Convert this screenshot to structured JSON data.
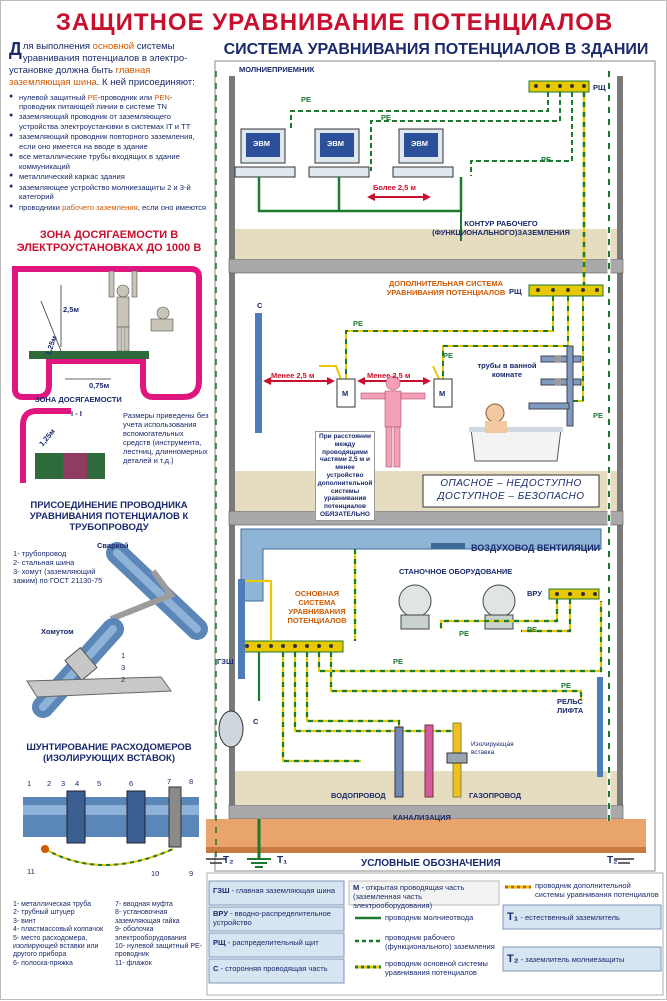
{
  "title": "ЗАЩИТНОЕ УРАВНИВАНИЕ ПОТЕНЦИАЛОВ",
  "subtitle": "СИСТЕМА УРАВНИВАНИЯ ПОТЕНЦИАЛОВ В ЗДАНИИ",
  "intro": {
    "p1": "Д",
    "p2": "ля выполнения ",
    "p3": "основной",
    "p4": " системы уравнивания потенциалов в электро-установке должна быть ",
    "p5": "главная заземляющая шина",
    "p6": ". К ней присоединяют:"
  },
  "items": [
    {
      "a": "нулевой защитный ",
      "b": "PE",
      "c": "-проводник или ",
      "d": "PEN",
      "e": "-проводник питающей линии в системе TN"
    },
    {
      "a": "заземляющий проводник от заземляющего устройства электроустановки в системах IT и TT",
      "b": "",
      "c": "",
      "d": "",
      "e": ""
    },
    {
      "a": "заземляющий проводник повторного заземления, если оно имеется на вводе в здание",
      "b": "",
      "c": "",
      "d": "",
      "e": ""
    },
    {
      "a": "все металлические трубы входящих в здание коммуникаций",
      "b": "",
      "c": "",
      "d": "",
      "e": ""
    },
    {
      "a": "металлический каркас здания",
      "b": "",
      "c": "",
      "d": "",
      "e": ""
    },
    {
      "a": "заземляющее устройство молниезащиты 2 и 3-й категорий",
      "b": "",
      "c": "",
      "d": "",
      "e": ""
    },
    {
      "a": "проводники ",
      "b": "рабочего заземления",
      "c": ", если оно имеются",
      "d": "",
      "e": ""
    }
  ],
  "reach": {
    "title": "ЗОНА ДОСЯГАЕМОСТИ В ЭЛЕКТРОУСТАНОВКАХ ДО 1000 В",
    "d1": "2,5м",
    "d2": "1,25м",
    "d3": "0,75м",
    "zone_label": "ЗОНА ДОСЯГАЕМОСТИ",
    "section": "I - I",
    "d4": "1,25м",
    "note": "Размеры приведены без учета использования вспомогательных средств (инструмента, лестниц, длинномерных деталей и т.д.)"
  },
  "pipe": {
    "title": "ПРИСОЕДИНЕНИЕ ПРОВОДНИКА УРАВНИВАНИЯ ПОТЕНЦИАЛОВ К ТРУБОПРОВОДУ",
    "weld": "Сваркой",
    "weld_legend": "1- трубопровод\n2- стальная шина\n3- хомут (заземляющий зажим) по ГОСТ 21130-75",
    "clamp": "Хомутом",
    "n1": "1",
    "n2": "2",
    "n3": "3"
  },
  "shunt": {
    "title": "ШУНТИРОВАНИЕ РАСХОДОМЕРОВ (ИЗОЛИРУЮЩИХ ВСТАВОК)",
    "nums": [
      "1",
      "2",
      "3",
      "4",
      "5",
      "6",
      "7",
      "8",
      "9",
      "10",
      "11"
    ],
    "legend_left": [
      "1- металлическая труба",
      "2- трубный штуцер",
      "3- винт",
      "4- пластмассовый колпачок",
      "5- место расходомера, изолирующей вставки или другого прибора",
      "6- полоска-пряжка"
    ],
    "legend_right": [
      "7- вводная муфта",
      "8- установочная заземляющая гайка",
      "9- оболочка электрооборудования",
      "10- нулевой защитный PE-проводник",
      "11- флажок"
    ]
  },
  "building": {
    "lightning": "МОЛНИЕПРИЕМНИК",
    "pe": "PE",
    "rsh": "РЩ",
    "evm": "ЭВМ",
    "more": "Более 2,5 м",
    "contour": "КОНТУР РАБОЧЕГО (ФУНКЦИОНАЛЬНОГО)ЗАЗЕМЛЕНИЯ",
    "extra_system": "ДОПОЛНИТЕЛЬНАЯ СИСТЕМА УРАВНИВАНИЯ ПОТЕНЦИАЛОВ",
    "c": "С",
    "less": "Менее 2,5 м",
    "m": "М",
    "pipes_bath": "трубы в ванной комнате",
    "note": "При расстоянии между проводящими частями 2,5 м и менее устройство дополнительной системы уравнивания потенциалов ОБЯЗАТЕЛЬНО",
    "motto1": "ОПАСНОЕ – НЕДОСТУПНО",
    "motto2": "ДОСТУПНОЕ – БЕЗОПАСНО",
    "duct": "ВОЗДУХОВОД ВЕНТИЛЯЦИИ",
    "machines": "СТАНОЧНОЕ ОБОРУДОВАНИЕ",
    "vru": "ВРУ",
    "main_system": "ОСНОВНАЯ СИСТЕМА УРАВНИВАНИЯ ПОТЕНЦИАЛОВ",
    "gzsh": "ГЗШ",
    "rail": "РЕЛЬС ЛИФТА",
    "insert": "Изолирующая вставка",
    "water": "ВОДОПРОВОД",
    "gas": "ГАЗОПРОВОД",
    "sewer": "КАНАЛИЗАЦИЯ",
    "t1": "T₁",
    "t2": "T₂"
  },
  "legend": {
    "title": "УСЛОВНЫЕ ОБОЗНАЧЕНИЯ",
    "gzsh_k": "ГЗШ",
    "gzsh_v": " - главная заземляющая шина",
    "vru_k": "ВРУ",
    "vru_v": " - вводно-распределительное устройство",
    "rsh_k": "РЩ",
    "rsh_v": " - распределительный щит",
    "c_k": "С",
    "c_v": " - сторонняя проводящая часть",
    "m_k": "М",
    "m_v": " - открытая проводящая часть (заземленная часть электрооборудования)",
    "l1": "проводник молниеотвода",
    "l2": "проводник рабочего (функционального) заземления",
    "l3": "проводник основной системы уравнивания потенциалов",
    "l4": "проводник дополнительной системы уравнивания потенциалов",
    "t1_k": "T₁",
    "t1_v": " - естественный заземлитель",
    "t2_k": "T₂",
    "t2_v": " - заземлитель молниезащиты"
  },
  "colors": {
    "title_red": "#c8102e",
    "navy": "#1a2a6c",
    "orange": "#d05a00",
    "green": "#1b7a2e",
    "pe_yellow": "#e8c800",
    "floor": "#d8cfa8",
    "duct": "#8fb5d6",
    "pipe_blue": "#5b86b8"
  }
}
